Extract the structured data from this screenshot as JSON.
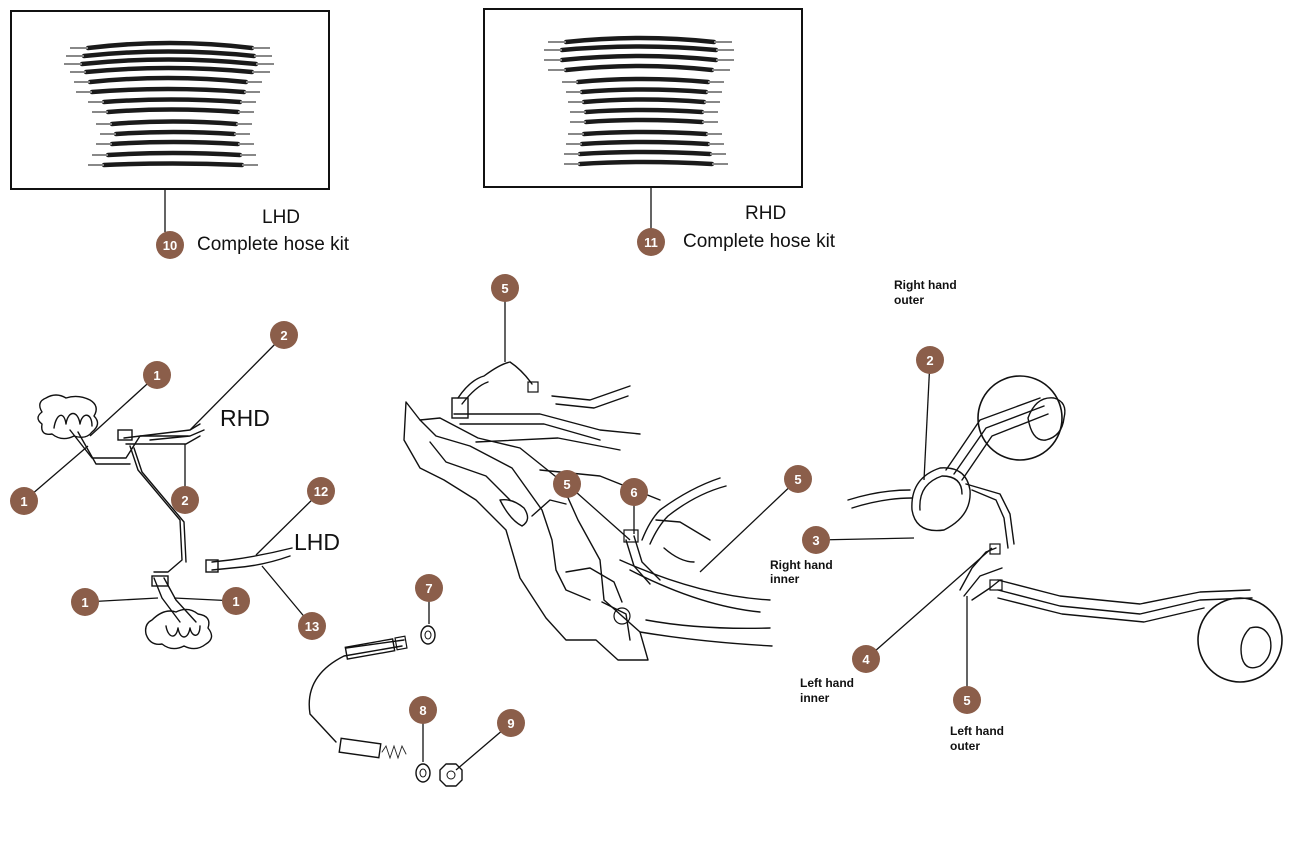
{
  "colors": {
    "callout_fill": "#8b5e4a",
    "callout_text": "#ffffff",
    "line": "#111111",
    "background": "#ffffff"
  },
  "kits": [
    {
      "number": "10",
      "side": "LHD",
      "caption": "Complete hose kit"
    },
    {
      "number": "11",
      "side": "RHD",
      "caption": "Complete hose kit"
    }
  ],
  "labels": {
    "rhd": "RHD",
    "lhd": "LHD",
    "right_hand_outer_1": "Right hand",
    "right_hand_outer_2": "outer",
    "right_hand_inner_1": "Right hand",
    "right_hand_inner_2": "inner",
    "left_hand_inner_1": "Left hand",
    "left_hand_inner_2": "inner",
    "left_hand_outer_1": "Left hand",
    "left_hand_outer_2": "outer"
  },
  "callouts": [
    {
      "id": "c1a",
      "number": "1"
    },
    {
      "id": "c2a",
      "number": "2"
    },
    {
      "id": "c1b",
      "number": "1"
    },
    {
      "id": "c2b",
      "number": "2"
    },
    {
      "id": "c12",
      "number": "12"
    },
    {
      "id": "c1c",
      "number": "1"
    },
    {
      "id": "c1d",
      "number": "1"
    },
    {
      "id": "c13",
      "number": "13"
    },
    {
      "id": "c5a",
      "number": "5"
    },
    {
      "id": "c5b",
      "number": "5"
    },
    {
      "id": "c6",
      "number": "6"
    },
    {
      "id": "c5c",
      "number": "5"
    },
    {
      "id": "c7",
      "number": "7"
    },
    {
      "id": "c8",
      "number": "8"
    },
    {
      "id": "c9",
      "number": "9"
    },
    {
      "id": "c2c",
      "number": "2"
    },
    {
      "id": "c3",
      "number": "3"
    },
    {
      "id": "c4",
      "number": "4"
    },
    {
      "id": "c5d",
      "number": "5"
    }
  ]
}
